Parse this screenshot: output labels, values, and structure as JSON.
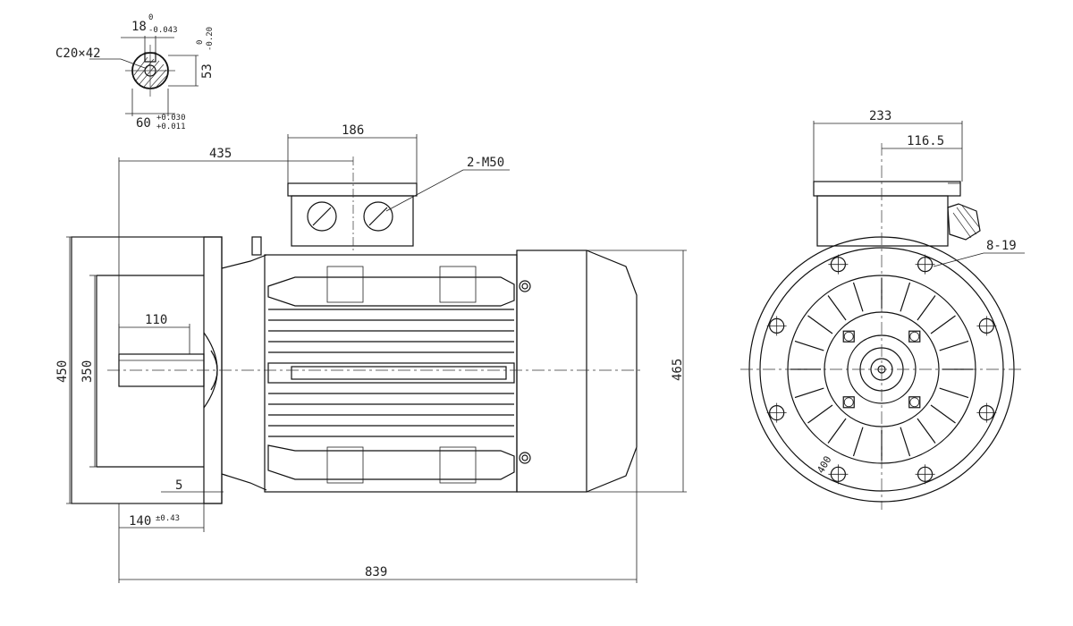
{
  "shaft_section": {
    "key_width": "18",
    "key_width_tol_upper": "0",
    "key_width_tol_lower": "-0.043",
    "center_hole": "C20×42",
    "key_depth": "53",
    "key_depth_tol_upper": "0",
    "key_depth_tol_lower": "-0.20",
    "shaft_dia": "60",
    "shaft_dia_tol_upper": "+0.030",
    "shaft_dia_tol_lower": "+0.011"
  },
  "side_view": {
    "terminal_box_width": "186",
    "shaft_to_box": "435",
    "cable_gland": "2-M50",
    "flange_height": "450",
    "spigot_dia": "350",
    "shaft_length": "110",
    "spigot_depth": "5",
    "flange_to_foot": "140",
    "flange_to_foot_tol": "±0.43",
    "overall_length": "839",
    "frame_height": "465"
  },
  "end_view": {
    "box_width": "233",
    "box_half_width": "116.5",
    "bolt_holes": "8-19",
    "pcd": "400"
  }
}
